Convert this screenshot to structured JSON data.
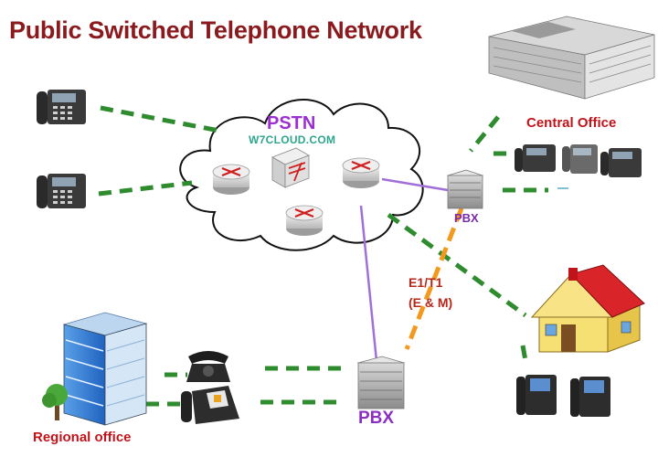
{
  "title": "Public Switched Telephone Network",
  "cloud_label": "PSTN",
  "watermark": "W7CLOUD.COM",
  "central_office_label": "Central Office",
  "pbx_top_label": "PBX",
  "pbx_bottom_label": "PBX",
  "trunk_label_line1": "E1/T1",
  "trunk_label_line2": "(E & M)",
  "regional_label": "Regional office",
  "colors": {
    "title": "#8a1a1e",
    "pstn": "#9b2fd0",
    "dashed_link": "#2e8b2e",
    "trunk": "#f39a1e",
    "pbx_link": "#a070d8",
    "label_red": "#c0141b"
  }
}
